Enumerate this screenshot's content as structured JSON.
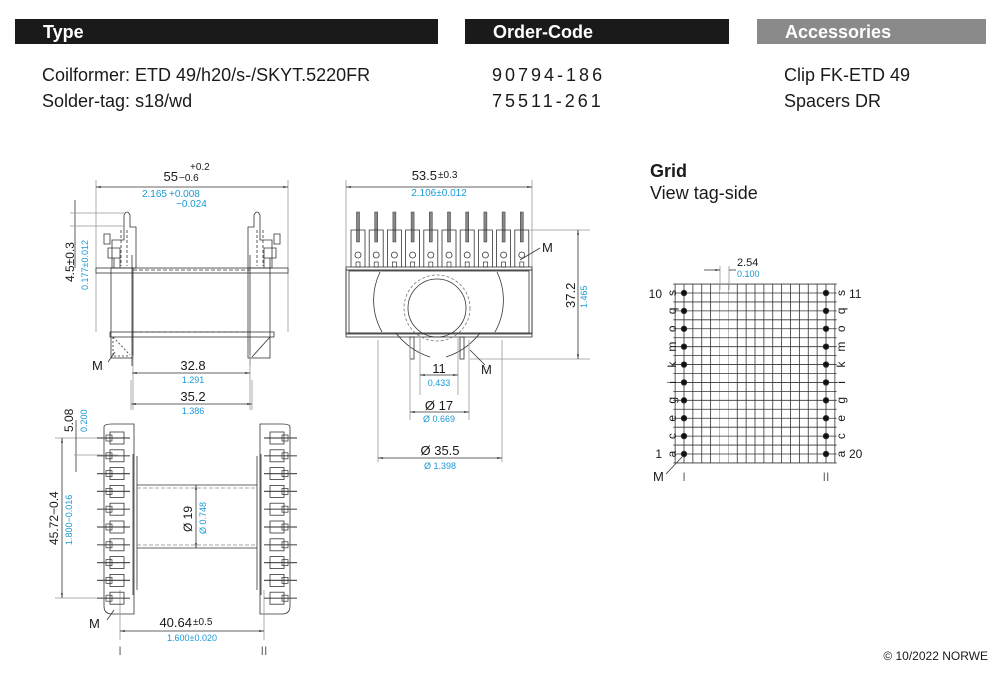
{
  "headers": {
    "type": "Type",
    "order_code": "Order-Code",
    "accessories": "Accessories"
  },
  "rows": [
    {
      "label": "Coilformer:",
      "type": "ETD 49/h20/s-/SKYT.5220FR",
      "order_code": "90794-186",
      "accessory": "Clip FK-ETD 49"
    },
    {
      "label": "Solder-tag:",
      "type": "s18/wd",
      "order_code": "75511-261",
      "accessory": "Spacers DR"
    }
  ],
  "side_view": {
    "width": {
      "nominal": "55",
      "tol_plus": "+0.2",
      "tol_minus": "−0.6",
      "inch": "2.165",
      "inch_plus": "+0.008",
      "inch_minus": "−0.024"
    },
    "pin_height": {
      "mm": "4.5±0.3",
      "inch": "0.177±0.012"
    },
    "winding_inner": {
      "mm": "32.8",
      "inch": "1.291"
    },
    "winding_outer": {
      "mm": "35.2",
      "inch": "1.386"
    },
    "marker": "M"
  },
  "front_view": {
    "width": {
      "mm": "53.5",
      "tol": "±0.3",
      "inch": "2.106±0.012"
    },
    "height": {
      "mm": "37.2",
      "inch": "1.465"
    },
    "slot": {
      "mm": "11",
      "inch": "0.433"
    },
    "core_dia": {
      "mm": "Ø 17",
      "inch": "Ø 0.669"
    },
    "flange_dia": {
      "mm": "Ø 35.5",
      "inch": "Ø 1.398"
    },
    "marker_top": "M",
    "marker_bottom": "M"
  },
  "bottom_view": {
    "pitch": {
      "mm": "5.08",
      "inch": "0.200"
    },
    "pin_span": {
      "mm": "45.72−0.4",
      "inch": "1.800−0.016"
    },
    "bore": {
      "mm": "Ø 19",
      "inch": "Ø 0.748"
    },
    "row_spacing": {
      "mm": "40.64",
      "tol": "±0.5",
      "inch": "1.600±0.020"
    },
    "row_left": "I",
    "row_right": "II",
    "marker": "M"
  },
  "grid": {
    "title": "Grid",
    "subtitle": "View tag-side",
    "pitch": {
      "mm": "2.54",
      "inch": "0.100"
    },
    "left_letters": [
      "s",
      "q",
      "o",
      "m",
      "k",
      "i",
      "g",
      "e",
      "c",
      "a"
    ],
    "right_letters": [
      "s",
      "q",
      "o",
      "m",
      "k",
      "i",
      "g",
      "e",
      "c",
      "a"
    ],
    "left_top_num": "10",
    "left_bottom_num": "1",
    "right_top_num": "11",
    "right_bottom_num": "20",
    "row_left": "I",
    "row_right": "II",
    "marker": "M"
  },
  "footer": "© 10/2022 NORWE",
  "colors": {
    "inch": "#1a9ad6",
    "line": "#333333",
    "header_dark": "#1a1a1a",
    "header_grey": "#8a8a8a"
  }
}
